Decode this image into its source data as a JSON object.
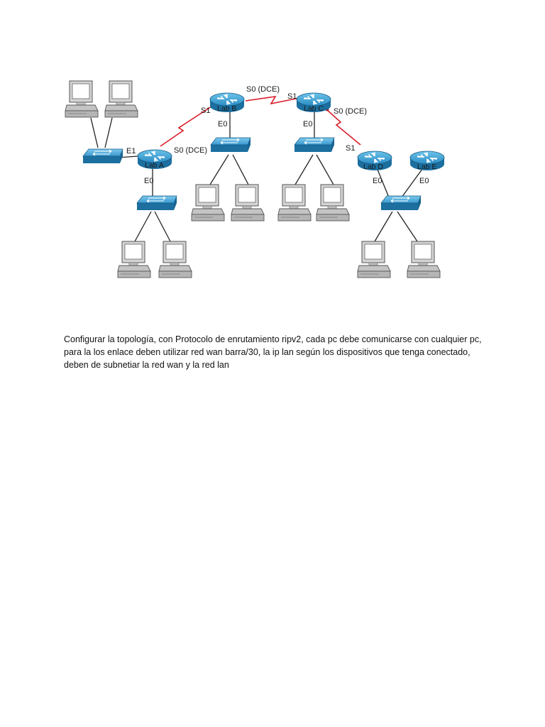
{
  "diagram": {
    "routers": {
      "a": "Lab  A",
      "b": "Lab  B",
      "c": "Lab  C",
      "d": "Lab  D",
      "e": "Lab  E"
    },
    "ports": {
      "b_s0": "S0 (DCE)",
      "c_s1": "S1",
      "b_s1": "S1",
      "a_s0": "S0 (DCE)",
      "a_e1": "E1",
      "a_e0": "E0",
      "b_e0": "E0",
      "c_e0": "E0",
      "c_s0": "S0 (DCE)",
      "d_s1": "S1",
      "d_e0": "E0",
      "e_e0": "E0"
    },
    "colors": {
      "router": "#1f7fb5",
      "switch": "#2a8dc2",
      "serial_link": "#d91c2a",
      "ethernet_link": "#222222",
      "pc_body": "#c9c9c9"
    }
  },
  "text": {
    "paragraph": "Configurar la topología, con Protocolo de enrutamiento  ripv2, cada pc debe comunicarse con cualquier pc, para la los enlace deben utilizar red wan barra/30, la ip lan según los dispositivos que tenga conectado, deben de subnetiar la red wan y la red lan"
  }
}
